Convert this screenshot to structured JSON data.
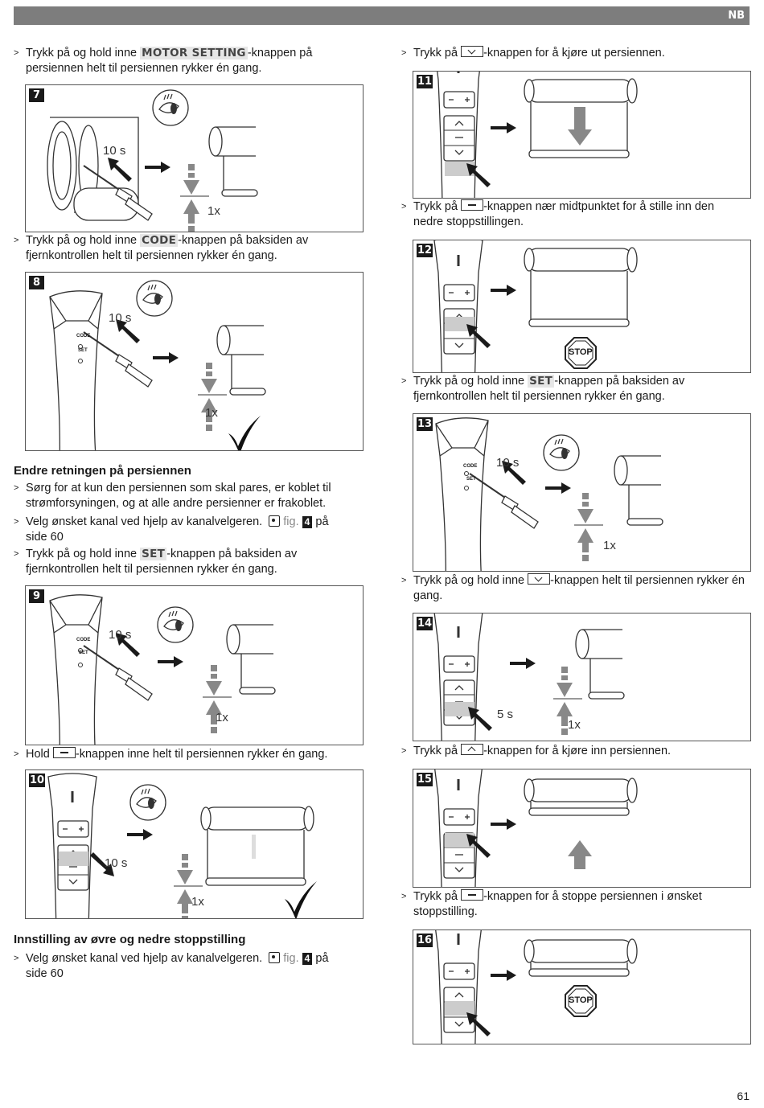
{
  "header": {
    "lang": "NB"
  },
  "page_number": "61",
  "left": {
    "step_motor": {
      "pre": "Trykk på og hold inne ",
      "kw": "MOTOR SETTING",
      "post": "-knappen på persiennen helt til persiennen rykker én gang."
    },
    "fig7": {
      "num": "7",
      "time": "10 s",
      "count": "1x"
    },
    "step_code": {
      "pre": "Trykk på og hold inne ",
      "kw": "CODE",
      "post": "-knappen på baksiden av fjernkontrollen helt til persiennen rykker én gang."
    },
    "fig8": {
      "num": "8",
      "time": "10 s",
      "count": "1x",
      "code": "CODE",
      "set": "SET"
    },
    "heading1": "Endre retningen på persiennen",
    "b1": "Sørg for at kun den persiennen som skal pares, er koblet til strømforsyningen, og at alle andre persienner er frakoblet.",
    "b2": {
      "pre": "Velg ønsket kanal ved hjelp av kanalvelgeren.",
      "fig": "fig.",
      "num": "4",
      "post": "på side 60"
    },
    "b3": {
      "pre": "Trykk på og hold inne ",
      "kw": "SET",
      "post": "-knappen på baksiden av fjernkontrollen helt til persiennen rykker én gang."
    },
    "fig9": {
      "num": "9",
      "time": "10 s",
      "count": "1x",
      "code": "CODE",
      "set": "SET"
    },
    "step_hold": {
      "pre": "Hold ",
      "post": "-knappen inne helt til persiennen rykker én gang."
    },
    "fig10": {
      "num": "10",
      "time": "10 s",
      "count": "1x"
    },
    "heading2": "Innstilling av øvre og nedre stoppstilling",
    "b4": {
      "pre": "Velg ønsket kanal ved hjelp av kanalvelgeren.",
      "fig": "fig.",
      "num": "4",
      "post": "på side 60"
    }
  },
  "right": {
    "s11": {
      "pre": "Trykk på ",
      "post": "-knappen for å kjøre ut persiennen."
    },
    "fig11": {
      "num": "11"
    },
    "s12": {
      "pre": "Trykk på ",
      "post": "-knappen nær midtpunktet for å stille inn den nedre stoppstillingen."
    },
    "fig12": {
      "num": "12",
      "stop": "STOP"
    },
    "s13": {
      "pre": "Trykk på og hold inne ",
      "kw": "SET",
      "post": "-knappen på baksiden av fjernkontrollen helt til persiennen rykker én gang."
    },
    "fig13": {
      "num": "13",
      "time": "10 s",
      "count": "1x",
      "code": "CODE",
      "set": "SET"
    },
    "s14": {
      "pre": "Trykk på og hold inne ",
      "post": "-knappen helt til persiennen rykker én gang."
    },
    "fig14": {
      "num": "14",
      "time": "5 s",
      "count": "1x"
    },
    "s15": {
      "pre": "Trykk på ",
      "post": "-knappen for å kjøre inn persiennen."
    },
    "fig15": {
      "num": "15"
    },
    "s16": {
      "pre": "Trykk på ",
      "post": "-knappen for å stoppe persiennen i ønsket stoppstilling."
    },
    "fig16": {
      "num": "16",
      "stop": "STOP"
    }
  }
}
